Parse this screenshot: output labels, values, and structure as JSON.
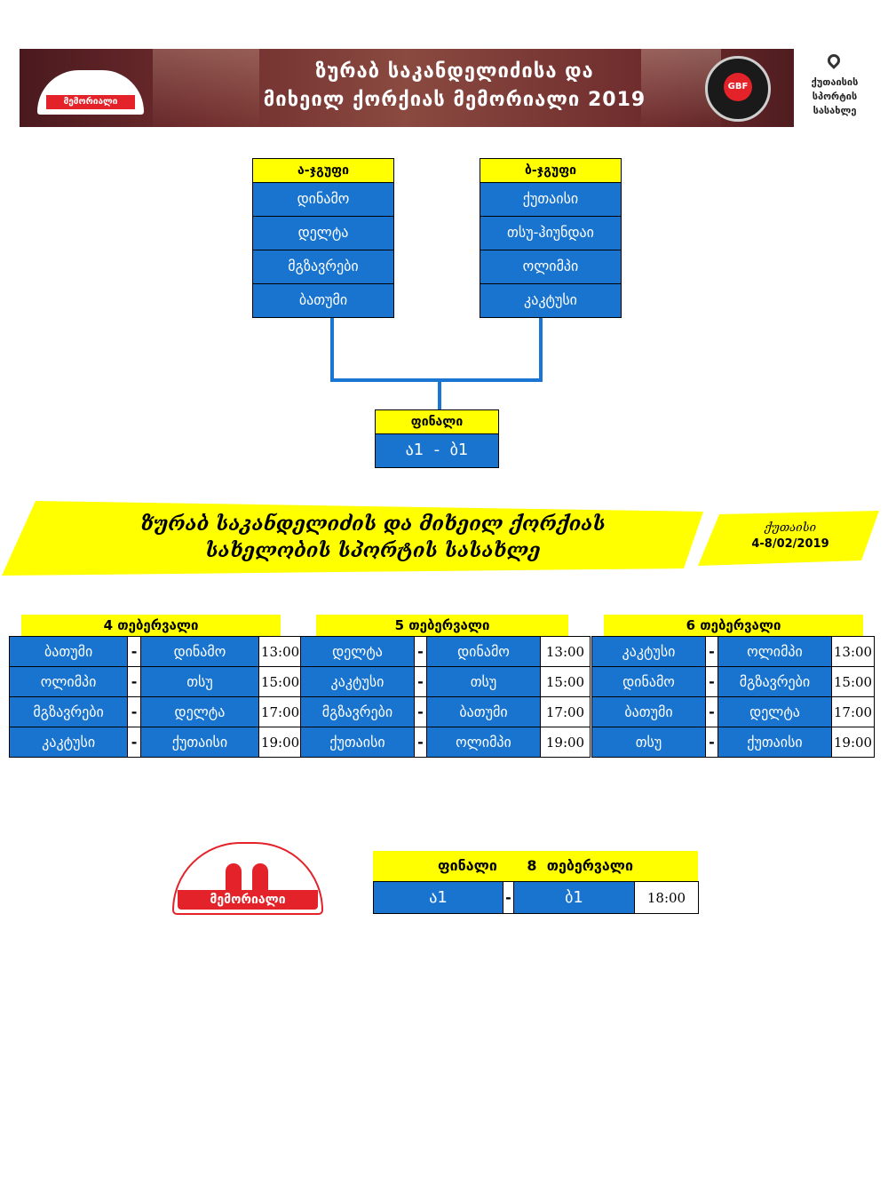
{
  "banner": {
    "title_line1": "ზურაბ საკანდელიძისა და",
    "title_line2": "მიხეილ ქორქიას მემორიალი 2019",
    "logo_text": "მემორიალი",
    "gbf_text": "GBF",
    "venue_line1": "ქუთაისის",
    "venue_line2": "სპორტის",
    "venue_line3": "სასახლე"
  },
  "groups": [
    {
      "title": "ა-ჯგუფი",
      "teams": [
        "დინამო",
        "დელტა",
        "მგზავრები",
        "ბათუმი"
      ]
    },
    {
      "title": "ბ-ჯგუფი",
      "teams": [
        "ქუთაისი",
        "თსუ-ჰიუნდაი",
        "ოლიმპი",
        "კაკტუსი"
      ]
    }
  ],
  "bracket_final": {
    "title": "ფინალი",
    "matchup": "ა1  -  ბ1"
  },
  "stripe": {
    "line1": "ზურაბ საკანდელიძის და მიხეილ ქორქიას",
    "line2": "სახელობის სპორტის სასახლე",
    "city": "ქუთაისი",
    "dates": "4-8/02/2019"
  },
  "days": [
    {
      "title": "4  თებერვალი",
      "games": [
        {
          "home": "ბათუმი",
          "away": "დინამო",
          "time": "13:00"
        },
        {
          "home": "ოლიმპი",
          "away": "თსუ",
          "time": "15:00"
        },
        {
          "home": "მგზავრები",
          "away": "დელტა",
          "time": "17:00"
        },
        {
          "home": "კაკტუსი",
          "away": "ქუთაისი",
          "time": "19:00"
        }
      ]
    },
    {
      "title": "5  თებერვალი",
      "games": [
        {
          "home": "დელტა",
          "away": "დინამო",
          "time": "13:00"
        },
        {
          "home": "კაკტუსი",
          "away": "თსუ",
          "time": "15:00"
        },
        {
          "home": "მგზავრები",
          "away": "ბათუმი",
          "time": "17:00"
        },
        {
          "home": "ქუთაისი",
          "away": "ოლიმპი",
          "time": "19:00"
        }
      ]
    },
    {
      "title": "6  თებერვალი",
      "games": [
        {
          "home": "კაკტუსი",
          "away": "ოლიმპი",
          "time": "13:00"
        },
        {
          "home": "დინამო",
          "away": "მგზავრები",
          "time": "15:00"
        },
        {
          "home": "ბათუმი",
          "away": "დელტა",
          "time": "17:00"
        },
        {
          "home": "თსუ",
          "away": "ქუთაისი",
          "time": "19:00"
        }
      ]
    }
  ],
  "dash": "-",
  "bottom_logo_text": "მემორიალი",
  "final": {
    "label": "ფინალი",
    "date": "8  თებერვალი",
    "home": "ა1",
    "away": "ბ1",
    "time": "18:00"
  }
}
